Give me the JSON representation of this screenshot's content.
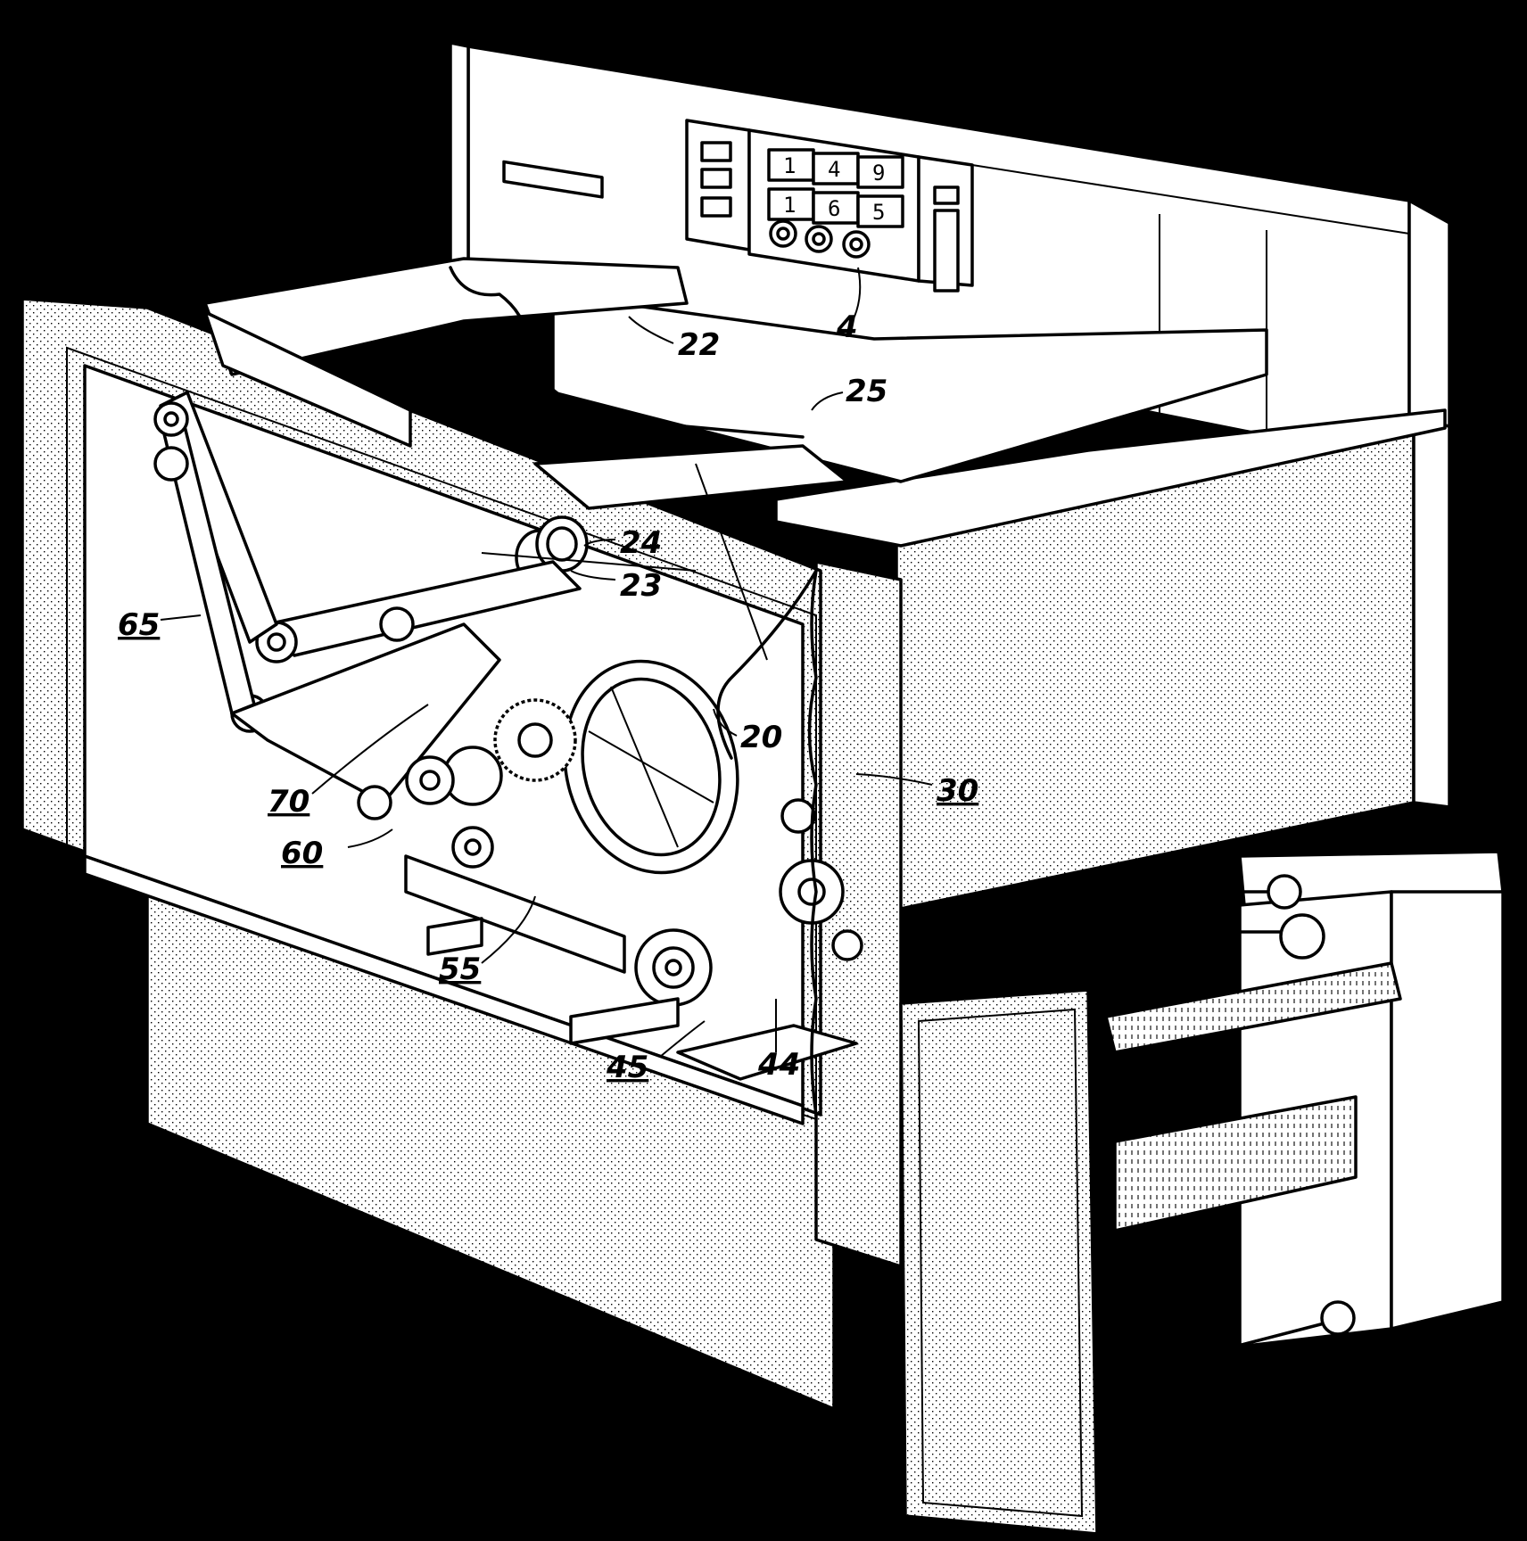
{
  "figure": {
    "reference_labels": {
      "l4": "4",
      "l20": "20",
      "l22": "22",
      "l23": "23",
      "l24": "24",
      "l25": "25",
      "l30": "30",
      "l44": "44",
      "l45": "45",
      "l55": "55",
      "l60": "60",
      "l65": "65",
      "l70": "70"
    },
    "control_panel": {
      "display_row_1": [
        "1",
        "4",
        "9"
      ],
      "display_row_2": [
        "1",
        "6",
        "5"
      ]
    }
  }
}
